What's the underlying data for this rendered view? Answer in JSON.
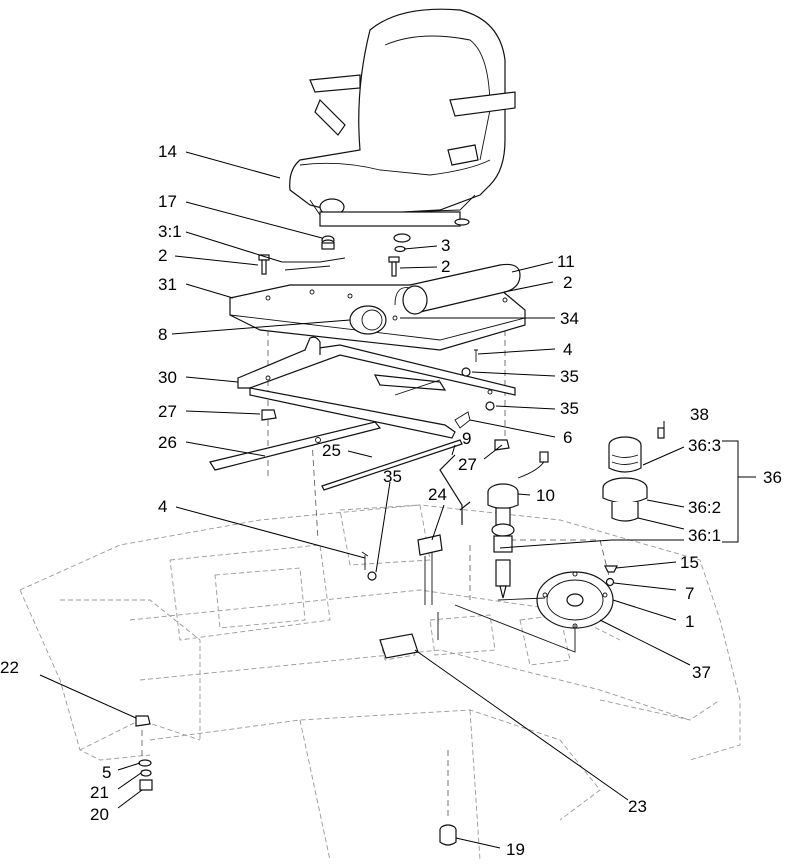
{
  "callouts": [
    {
      "id": "c14",
      "text": "14"
    },
    {
      "id": "c17",
      "text": "17"
    },
    {
      "id": "c3_1",
      "text": "3:1"
    },
    {
      "id": "c2a",
      "text": "2"
    },
    {
      "id": "c3",
      "text": "3"
    },
    {
      "id": "c2b",
      "text": "2"
    },
    {
      "id": "c11",
      "text": "11"
    },
    {
      "id": "c2c",
      "text": "2"
    },
    {
      "id": "c31",
      "text": "31"
    },
    {
      "id": "c8",
      "text": "8"
    },
    {
      "id": "c34",
      "text": "34"
    },
    {
      "id": "c4a",
      "text": "4"
    },
    {
      "id": "c30",
      "text": "30"
    },
    {
      "id": "c35a",
      "text": "35"
    },
    {
      "id": "c27a",
      "text": "27"
    },
    {
      "id": "c35b",
      "text": "35"
    },
    {
      "id": "c38",
      "text": "38"
    },
    {
      "id": "c26",
      "text": "26"
    },
    {
      "id": "c6",
      "text": "6"
    },
    {
      "id": "c25",
      "text": "25"
    },
    {
      "id": "c9",
      "text": "9"
    },
    {
      "id": "c27b",
      "text": "27"
    },
    {
      "id": "c36_3",
      "text": "36:3"
    },
    {
      "id": "c35c",
      "text": "35"
    },
    {
      "id": "c36",
      "text": "36"
    },
    {
      "id": "c24",
      "text": "24"
    },
    {
      "id": "c10",
      "text": "10"
    },
    {
      "id": "c4b",
      "text": "4"
    },
    {
      "id": "c36_2",
      "text": "36:2"
    },
    {
      "id": "c36_1",
      "text": "36:1"
    },
    {
      "id": "c15",
      "text": "15"
    },
    {
      "id": "c7",
      "text": "7"
    },
    {
      "id": "c1",
      "text": "1"
    },
    {
      "id": "c37",
      "text": "37"
    },
    {
      "id": "c22",
      "text": "22"
    },
    {
      "id": "c5",
      "text": "5"
    },
    {
      "id": "c21",
      "text": "21"
    },
    {
      "id": "c20",
      "text": "20"
    },
    {
      "id": "c23",
      "text": "23"
    },
    {
      "id": "c19",
      "text": "19"
    }
  ]
}
